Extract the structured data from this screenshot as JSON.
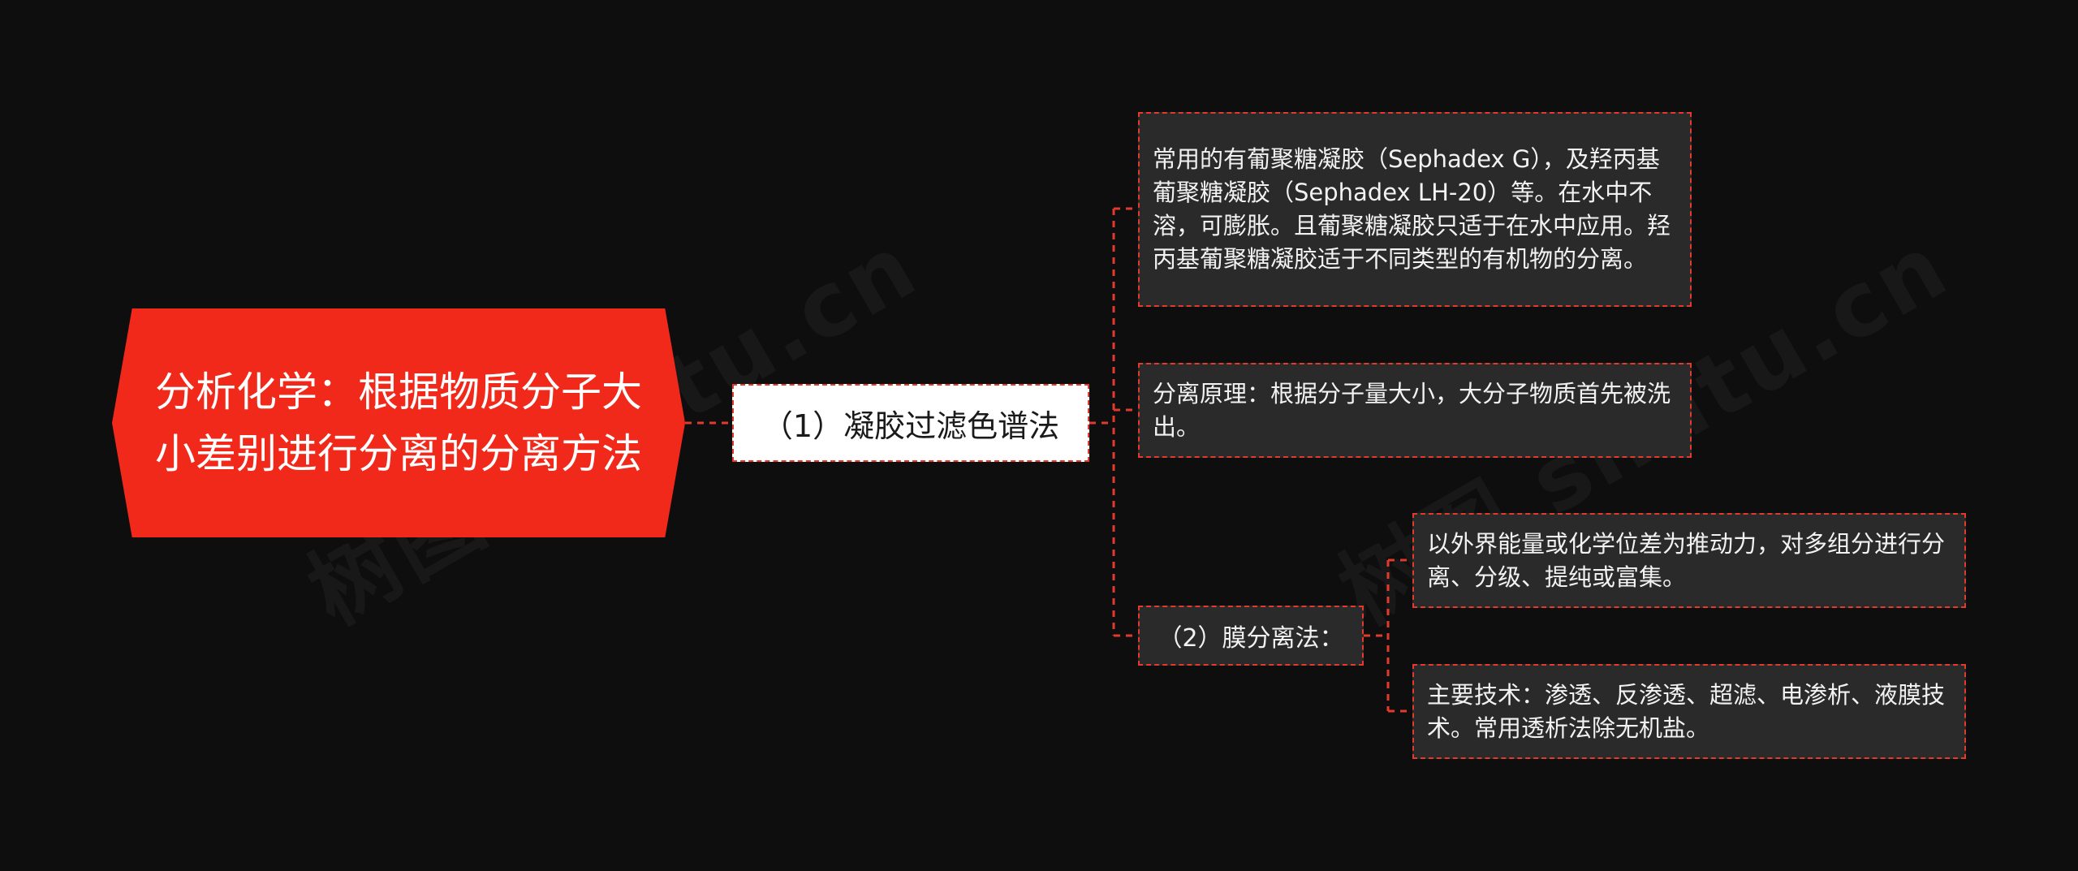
{
  "watermark": {
    "text1": "树图 shutu.cn",
    "text2": "树图 shutu.cn"
  },
  "root": {
    "label": "分析化学：根据物质分子大小差别进行分离的分离方法"
  },
  "branch1": {
    "label": "（1）凝胶过滤色谱法"
  },
  "leaf1": {
    "text": "常用的有葡聚糖凝胶（Sephadex G），及羟丙基葡聚糖凝胶（Sephadex LH-20）等。在水中不溶，可膨胀。且葡聚糖凝胶只适于在水中应用。羟丙基葡聚糖凝胶适于不同类型的有机物的分离。"
  },
  "leaf2": {
    "text": "分离原理：根据分子量大小，大分子物质首先被洗出。"
  },
  "branch2": {
    "label": "（2）膜分离法："
  },
  "leaf3": {
    "text": "以外界能量或化学位差为推动力，对多组分进行分离、分级、提纯或富集。"
  },
  "leaf4": {
    "text": "主要技术：渗透、反渗透、超滤、电渗析、液膜技术。常用透析法除无机盐。"
  },
  "colors": {
    "background": "#0e0e0e",
    "root_fill": "#f0291a",
    "connector": "#e23a2c",
    "leaf_fill": "#2a2a2a",
    "branch_fill": "#ffffff"
  }
}
